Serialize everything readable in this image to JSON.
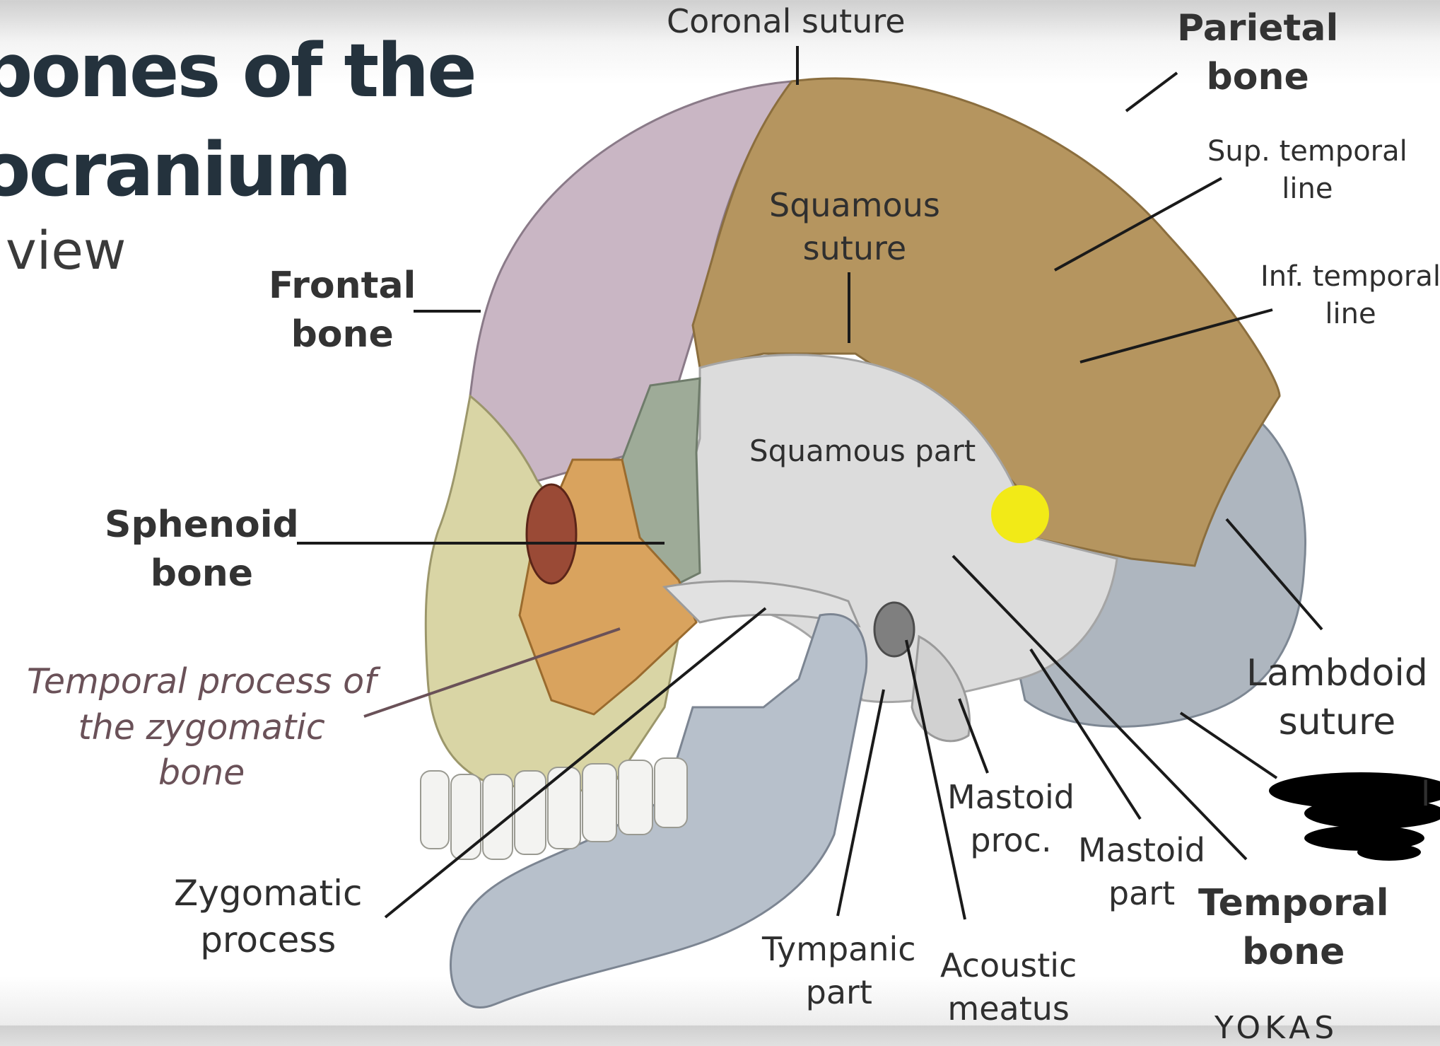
{
  "title": {
    "line1": "bones of the",
    "line2": "ocranium"
  },
  "subtitle": "view",
  "labels": {
    "coronal_suture": "Coronal suture",
    "parietal_bone": [
      "Parietal",
      "bone"
    ],
    "sup_temporal_line": [
      "Sup. temporal",
      "line"
    ],
    "inf_temporal_line": [
      "Inf. temporal",
      "line"
    ],
    "squamous_suture": [
      "Squamous",
      "suture"
    ],
    "squamous_part": "Squamous part",
    "frontal_bone": [
      "Frontal",
      "bone"
    ],
    "sphenoid_bone": [
      "Sphenoid",
      "bone"
    ],
    "temporal_process": [
      "Temporal process of",
      "the zygomatic",
      "bone"
    ],
    "zygomatic_process": [
      "Zygomatic",
      "process"
    ],
    "tympanic_part": [
      "Tympanic",
      "part"
    ],
    "acoustic_meatus": [
      "Acoustic",
      "meatus"
    ],
    "mastoid_proc": [
      "Mastoid",
      "proc."
    ],
    "mastoid_part": [
      "Mastoid",
      "part"
    ],
    "temporal_bone": [
      "Temporal",
      "bone"
    ],
    "lambdoid_suture": [
      "Lambdoid",
      "suture"
    ],
    "occipital_partial": "l"
  },
  "logo": "YOKAS",
  "colors": {
    "frontal": "#c9b6c4",
    "parietal": "#b5955f",
    "temporal": "#dcdcdc",
    "occipital": "#aeb6bf",
    "mandible": "#b7c0cb",
    "maxilla": "#d9d5a5",
    "zygomatic": "#d9a35e",
    "sphenoid": "#9eab98",
    "lacrimal": "#9a4a36",
    "highlight": "#f2ea17",
    "redaction": "#000000",
    "temporal_process_text": "#6a5158"
  }
}
